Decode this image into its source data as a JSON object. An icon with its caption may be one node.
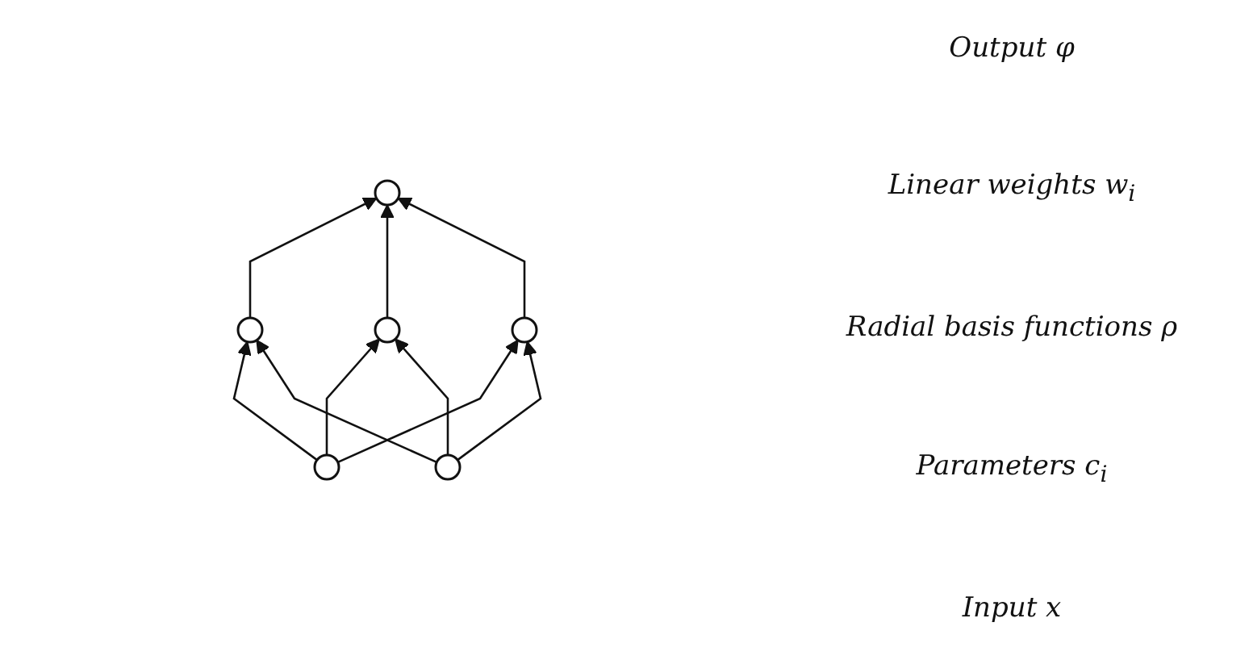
{
  "diagram": {
    "nodes": [
      {
        "text": [],
        "shape": "circle"
      },
      {
        "text": [],
        "shape": "circle"
      },
      {
        "text": [],
        "shape": "circle"
      },
      {
        "text": [],
        "shape": "circle"
      },
      {
        "text": [],
        "shape": "circle"
      },
      {
        "text": [],
        "shape": "circle"
      }
    ],
    "edges": [
      {
        "from": 1,
        "to": 0,
        "arrow": "to"
      },
      {
        "from": 2,
        "to": 0,
        "arrow": "to"
      },
      {
        "from": 3,
        "to": 0,
        "arrow": "to"
      },
      {
        "from": 4,
        "to": 1,
        "arrow": "to"
      },
      {
        "from": 4,
        "to": 2,
        "arrow": "to"
      },
      {
        "from": 4,
        "to": 3,
        "arrow": "to"
      },
      {
        "from": 5,
        "to": 1,
        "arrow": "to"
      },
      {
        "from": 5,
        "to": 2,
        "arrow": "to"
      },
      {
        "from": 5,
        "to": 3,
        "arrow": "to"
      }
    ],
    "labels": [
      "Output φ",
      "Linear weights w$_{i}$",
      "Radial basis functions ρ",
      "Parameters c$_{i}$",
      "Input x"
    ]
  }
}
